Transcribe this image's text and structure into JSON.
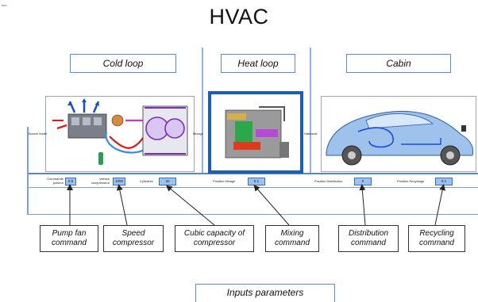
{
  "corner_text": "tion.",
  "title": "HVAC",
  "sections": {
    "cold_loop": "Cold loop",
    "heat_loop": "Heat loop",
    "cabin": "Cabin"
  },
  "signals": {
    "left_port": "Boucle froide",
    "mid_port": "Mixage",
    "right_port": "Habitacle"
  },
  "params": [
    {
      "label": "Commande pulseur",
      "value": "0.5"
    },
    {
      "label": "Vitesse compresseur",
      "value": "1000"
    },
    {
      "label": "Cylindrée",
      "value": "2e"
    },
    {
      "label": "Position Mixage",
      "value": "0.1"
    },
    {
      "label": "Position Distribution",
      "value": "0"
    },
    {
      "label": "Position Recyclage",
      "value": "0.1"
    }
  ],
  "callouts": [
    {
      "line1": "Pump fan",
      "line2": "command"
    },
    {
      "line1": "Speed",
      "line2": "compressor"
    },
    {
      "line1": "Cubic capacity of",
      "line2": "compressor"
    },
    {
      "line1": "Mixing",
      "line2": "command"
    },
    {
      "line1": "Distribution",
      "line2": "command"
    },
    {
      "line1": "Recycling",
      "line2": "command"
    }
  ],
  "inputs_label": "Inputs parameters",
  "colors": {
    "line_blue": "#5b84c6",
    "box_blue": "#9cc3ee",
    "heat_frame": "#1a5fb4"
  }
}
